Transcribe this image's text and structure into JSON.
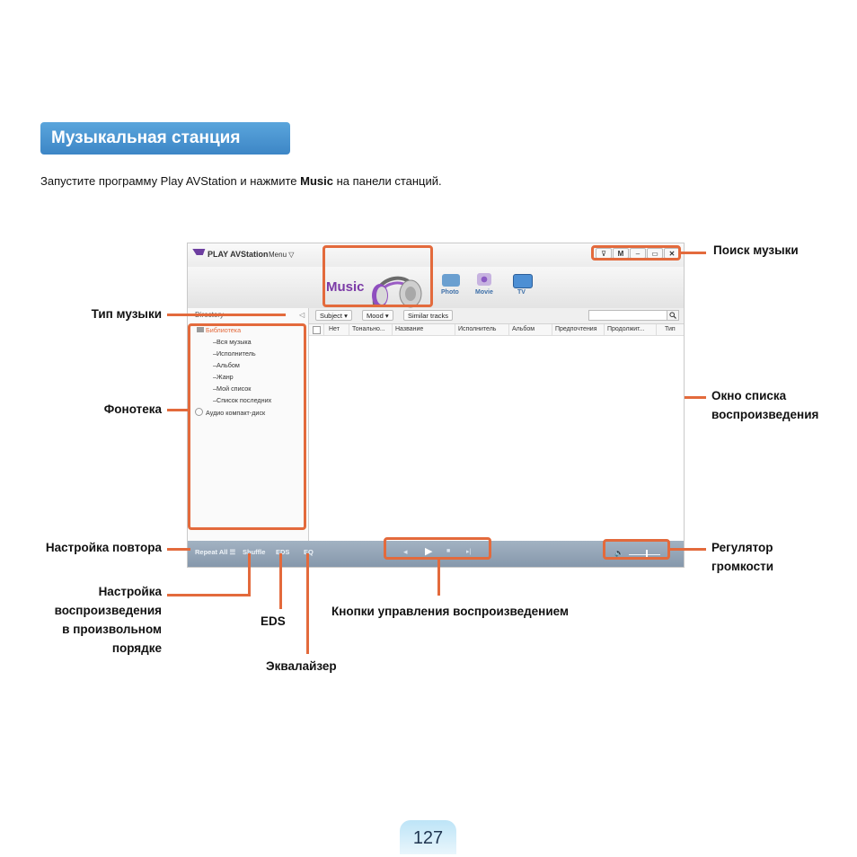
{
  "section": {
    "title": "Музыкальная станция",
    "intro_before": "Запустите программу Play AVStation и нажмите ",
    "intro_bold": "Music",
    "intro_after": " на панели станций."
  },
  "callouts": {
    "search_music": "Поиск музыки",
    "music_type": "Тип музыки",
    "library": "Фонотека",
    "playlist_window_line1": "Окно списка",
    "playlist_window_line2": "воспроизведения",
    "repeat_setting": "Настройка повтора",
    "volume_line1": "Регулятор",
    "volume_line2": "громкости",
    "shuffle_line1": "Настройка",
    "shuffle_line2": "воспроизведения",
    "shuffle_line3": "в произвольном",
    "shuffle_line4": "порядке",
    "eds": "EDS",
    "playback_buttons": "Кнопки управления воспроизведением",
    "equalizer": "Эквалайзер"
  },
  "app": {
    "name": "PLAY AVStation",
    "menu": "Menu ▽",
    "window_buttons": [
      "⊽",
      "M",
      "–",
      "▭",
      "✕"
    ],
    "stations": {
      "music": "Music",
      "photo": "Photo",
      "movie": "Movie",
      "tv": "TV"
    },
    "directory": {
      "title": "Directory",
      "collapse": "◁",
      "root": "Библиотека",
      "items": [
        "Вся музыка",
        "Исполнитель",
        "Альбом",
        "Жанр",
        "Мой список",
        "Список последних"
      ],
      "cd": "Аудио компакт-диск"
    },
    "filters": {
      "subject": "Subject ▾",
      "mood": "Mood ▾",
      "similar": "Similar tracks",
      "search_icon": "magnifier-icon"
    },
    "columns": [
      "Нет",
      "Тонально...",
      "Название",
      "Исполнитель",
      "Альбом",
      "Предпочтения",
      "Продолжит...",
      "Тип"
    ],
    "controls": {
      "repeat": "Repeat All ☰",
      "shuffle": "Shuffle",
      "eds": "EDS",
      "eq": "EQ",
      "prev": "◂",
      "play": "▶",
      "stop": "■",
      "next": "▸|",
      "volume_icon": "🔈"
    }
  },
  "colors": {
    "accent": "#e36a3c",
    "header_blue": "#3d86c6",
    "music_purple": "#7b3aa6"
  },
  "page_number": "127"
}
